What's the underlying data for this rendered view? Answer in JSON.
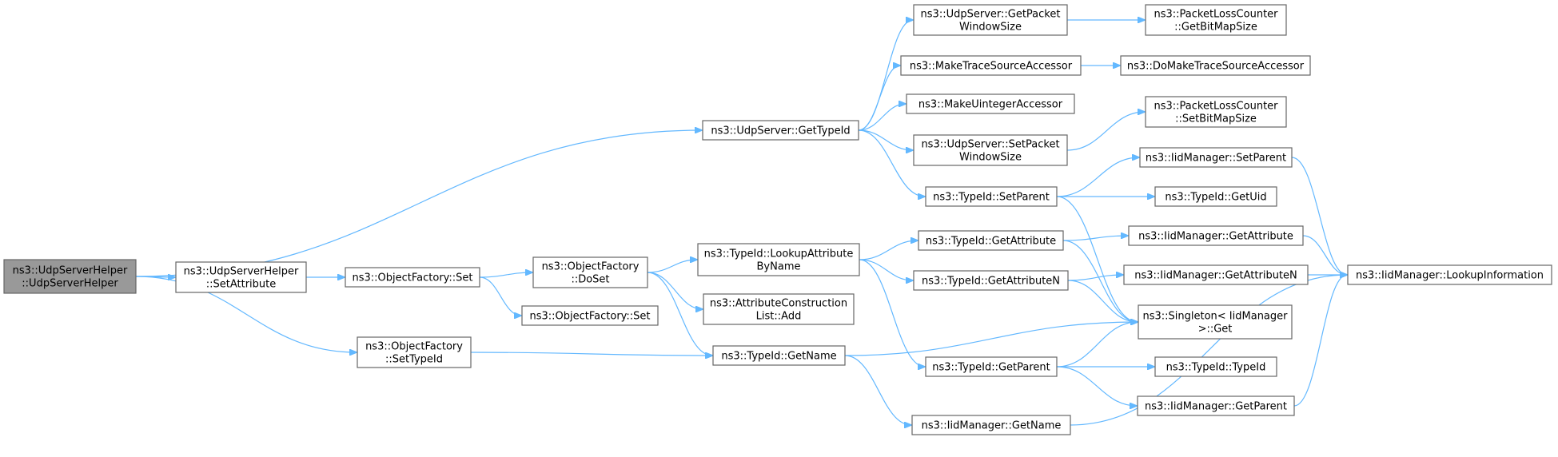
{
  "diagram": {
    "edge_color": "#63b8ff",
    "node_border_color": "#666666",
    "root_fill_color": "#999999",
    "nodes": [
      {
        "id": "root",
        "lines": [
          "ns3::UdpServerHelper",
          "::UdpServerHelper"
        ],
        "root": true
      },
      {
        "id": "helperSetAttr",
        "lines": [
          "ns3::UdpServerHelper",
          "::SetAttribute"
        ]
      },
      {
        "id": "ofSetTypeId",
        "lines": [
          "ns3::ObjectFactory",
          "::SetTypeId"
        ]
      },
      {
        "id": "ofSet",
        "lines": [
          "ns3::ObjectFactory::Set"
        ]
      },
      {
        "id": "ofDoSet",
        "lines": [
          "ns3::ObjectFactory",
          "::DoSet"
        ]
      },
      {
        "id": "ofSet2",
        "lines": [
          "ns3::ObjectFactory::Set"
        ]
      },
      {
        "id": "udpGetTypeId",
        "lines": [
          "ns3::UdpServer::GetTypeId"
        ]
      },
      {
        "id": "lookupAttr",
        "lines": [
          "ns3::TypeId::LookupAttribute",
          "ByName"
        ]
      },
      {
        "id": "acAdd",
        "lines": [
          "ns3::AttributeConstruction",
          "List::Add"
        ]
      },
      {
        "id": "tidGetName",
        "lines": [
          "ns3::TypeId::GetName"
        ]
      },
      {
        "id": "getPktWin",
        "lines": [
          "ns3::UdpServer::GetPacket",
          "WindowSize"
        ]
      },
      {
        "id": "makeTrace",
        "lines": [
          "ns3::MakeTraceSourceAccessor"
        ]
      },
      {
        "id": "makeUint",
        "lines": [
          "ns3::MakeUintegerAccessor"
        ]
      },
      {
        "id": "setPktWin",
        "lines": [
          "ns3::UdpServer::SetPacket",
          "WindowSize"
        ]
      },
      {
        "id": "tidSetParent",
        "lines": [
          "ns3::TypeId::SetParent"
        ]
      },
      {
        "id": "tidGetAttr",
        "lines": [
          "ns3::TypeId::GetAttribute"
        ]
      },
      {
        "id": "tidGetAttrN",
        "lines": [
          "ns3::TypeId::GetAttributeN"
        ]
      },
      {
        "id": "tidGetParent",
        "lines": [
          "ns3::TypeId::GetParent"
        ]
      },
      {
        "id": "iidGetName",
        "lines": [
          "ns3::IidManager::GetName"
        ]
      },
      {
        "id": "plcGetBitMap",
        "lines": [
          "ns3::PacketLossCounter",
          "::GetBitMapSize"
        ]
      },
      {
        "id": "doMakeTrace",
        "lines": [
          "ns3::DoMakeTraceSourceAccessor"
        ]
      },
      {
        "id": "plcSetBitMap",
        "lines": [
          "ns3::PacketLossCounter",
          "::SetBitMapSize"
        ]
      },
      {
        "id": "iidSetParent",
        "lines": [
          "ns3::IidManager::SetParent"
        ]
      },
      {
        "id": "tidGetUid",
        "lines": [
          "ns3::TypeId::GetUid"
        ]
      },
      {
        "id": "iidGetAttr",
        "lines": [
          "ns3::IidManager::GetAttribute"
        ]
      },
      {
        "id": "iidGetAttrN",
        "lines": [
          "ns3::IidManager::GetAttributeN"
        ]
      },
      {
        "id": "singletonGet",
        "lines": [
          "ns3::Singleton< IidManager",
          ">::Get"
        ]
      },
      {
        "id": "tidTypeId",
        "lines": [
          "ns3::TypeId::TypeId"
        ]
      },
      {
        "id": "iidGetParent",
        "lines": [
          "ns3::IidManager::GetParent"
        ]
      },
      {
        "id": "iidLookup",
        "lines": [
          "ns3::IidManager::LookupInformation"
        ]
      }
    ],
    "edges": [
      [
        "root",
        "udpGetTypeId"
      ],
      [
        "root",
        "helperSetAttr"
      ],
      [
        "root",
        "ofSetTypeId"
      ],
      [
        "helperSetAttr",
        "ofSet"
      ],
      [
        "ofSet",
        "ofDoSet"
      ],
      [
        "ofSet",
        "ofSet2"
      ],
      [
        "ofDoSet",
        "lookupAttr"
      ],
      [
        "ofDoSet",
        "acAdd"
      ],
      [
        "ofDoSet",
        "tidGetName"
      ],
      [
        "ofSetTypeId",
        "tidGetName"
      ],
      [
        "udpGetTypeId",
        "getPktWin"
      ],
      [
        "udpGetTypeId",
        "makeTrace"
      ],
      [
        "udpGetTypeId",
        "makeUint"
      ],
      [
        "udpGetTypeId",
        "setPktWin"
      ],
      [
        "udpGetTypeId",
        "tidSetParent"
      ],
      [
        "getPktWin",
        "plcGetBitMap"
      ],
      [
        "makeTrace",
        "doMakeTrace"
      ],
      [
        "setPktWin",
        "plcSetBitMap"
      ],
      [
        "tidSetParent",
        "iidSetParent"
      ],
      [
        "tidSetParent",
        "tidGetUid"
      ],
      [
        "tidSetParent",
        "singletonGet"
      ],
      [
        "lookupAttr",
        "tidGetAttr"
      ],
      [
        "lookupAttr",
        "tidGetAttrN"
      ],
      [
        "lookupAttr",
        "tidGetParent"
      ],
      [
        "tidGetAttr",
        "iidGetAttr"
      ],
      [
        "tidGetAttr",
        "singletonGet"
      ],
      [
        "tidGetAttrN",
        "iidGetAttrN"
      ],
      [
        "tidGetAttrN",
        "singletonGet"
      ],
      [
        "tidGetName",
        "singletonGet"
      ],
      [
        "tidGetName",
        "iidGetName"
      ],
      [
        "tidGetParent",
        "singletonGet"
      ],
      [
        "tidGetParent",
        "tidTypeId"
      ],
      [
        "tidGetParent",
        "iidGetParent"
      ],
      [
        "iidSetParent",
        "iidLookup"
      ],
      [
        "iidGetAttr",
        "iidLookup"
      ],
      [
        "iidGetAttrN",
        "iidLookup"
      ],
      [
        "iidGetParent",
        "iidLookup"
      ],
      [
        "iidGetName",
        "iidLookup"
      ]
    ]
  }
}
